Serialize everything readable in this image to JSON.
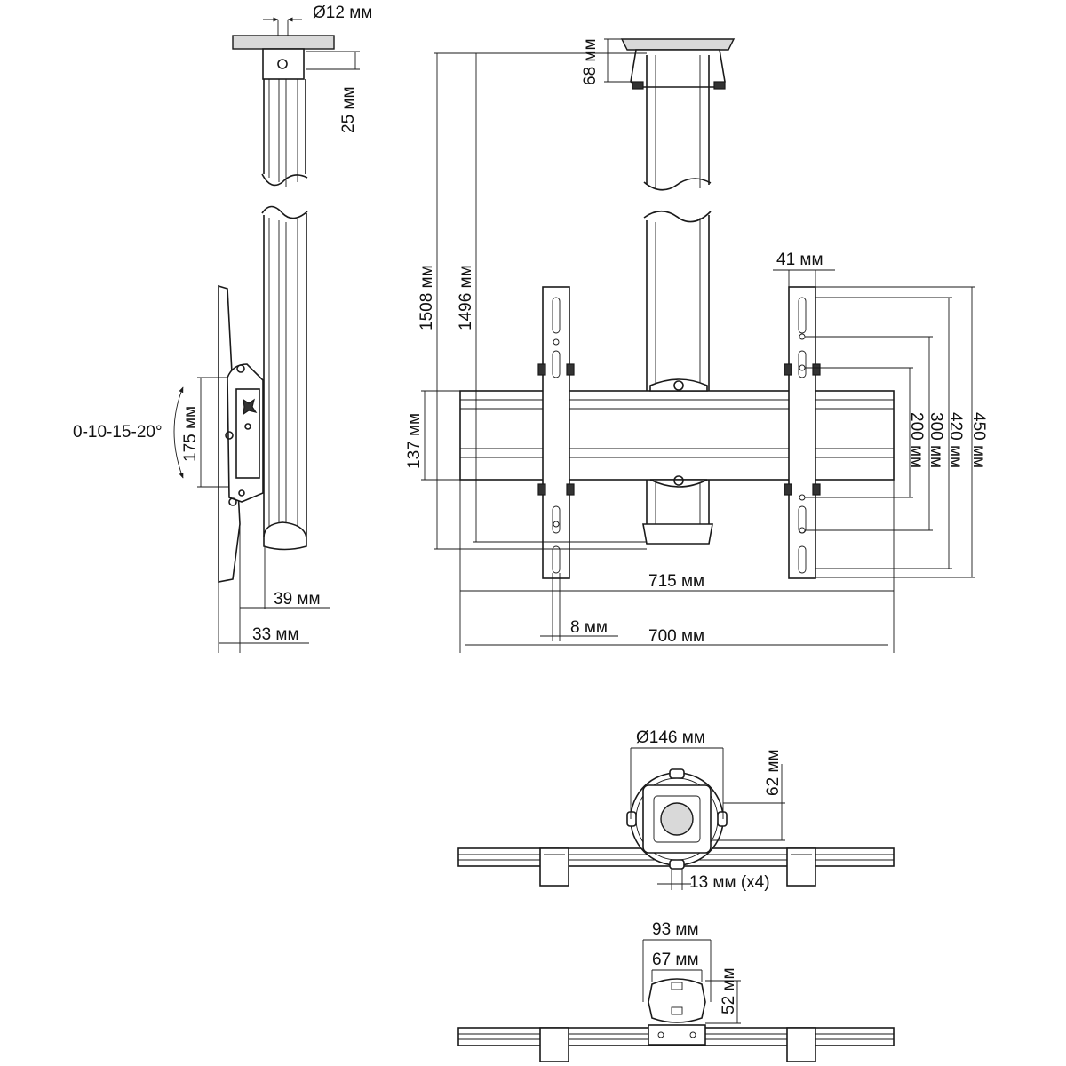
{
  "side_view": {
    "pipe_diameter": "Ø12 мм",
    "top_offset": "25 мм",
    "tilt_angles": "0-10-15-20°",
    "bracket_height": "175 мм",
    "depth_39": "39 мм",
    "depth_33": "33 мм"
  },
  "front_view": {
    "ceiling_plate": "68 мм",
    "max_height": "1508 мм",
    "column_height": "1496 мм",
    "rail_height": "137 мм",
    "upright_width": "41 мм",
    "vesa_450": "450 мм",
    "vesa_420": "420 мм",
    "vesa_300": "300 мм",
    "vesa_200": "200 мм",
    "total_width": "715 мм",
    "slot_offset": "8 мм",
    "rail_width": "700 мм"
  },
  "top_view": {
    "flange_diameter": "Ø146 мм",
    "flange_offset": "62 мм",
    "hole_size": "13 мм (x4)"
  },
  "bottom_view": {
    "clamp_width": "93 мм",
    "clamp_inner": "67 мм",
    "clamp_height": "52 мм"
  }
}
